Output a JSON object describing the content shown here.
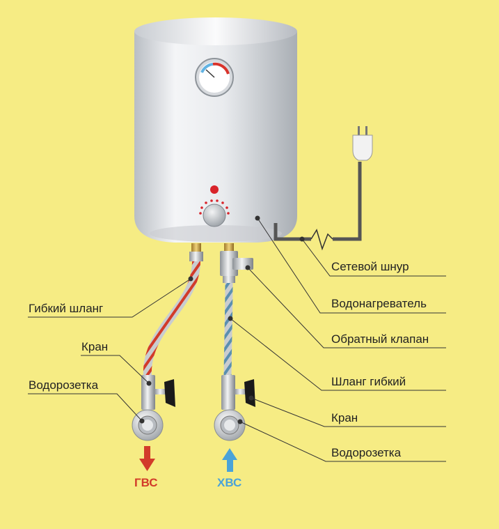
{
  "labels": {
    "power_cord": "Сетевой шнур",
    "water_heater": "Водонагреватель",
    "check_valve": "Обратный клапан",
    "flex_hose_right": "Шланг гибкий",
    "tap_right": "Кран",
    "water_socket_right": "Водорозетка",
    "flex_hose_left": "Гибкий шланг",
    "tap_left": "Кран",
    "water_socket_left": "Водорозетка"
  },
  "flows": {
    "hot": "ГВС",
    "cold": "ХВС"
  },
  "colors": {
    "background": "#f6ec84",
    "hot": "#d23b2a",
    "cold": "#4aa3d8",
    "leader": "#333333"
  }
}
